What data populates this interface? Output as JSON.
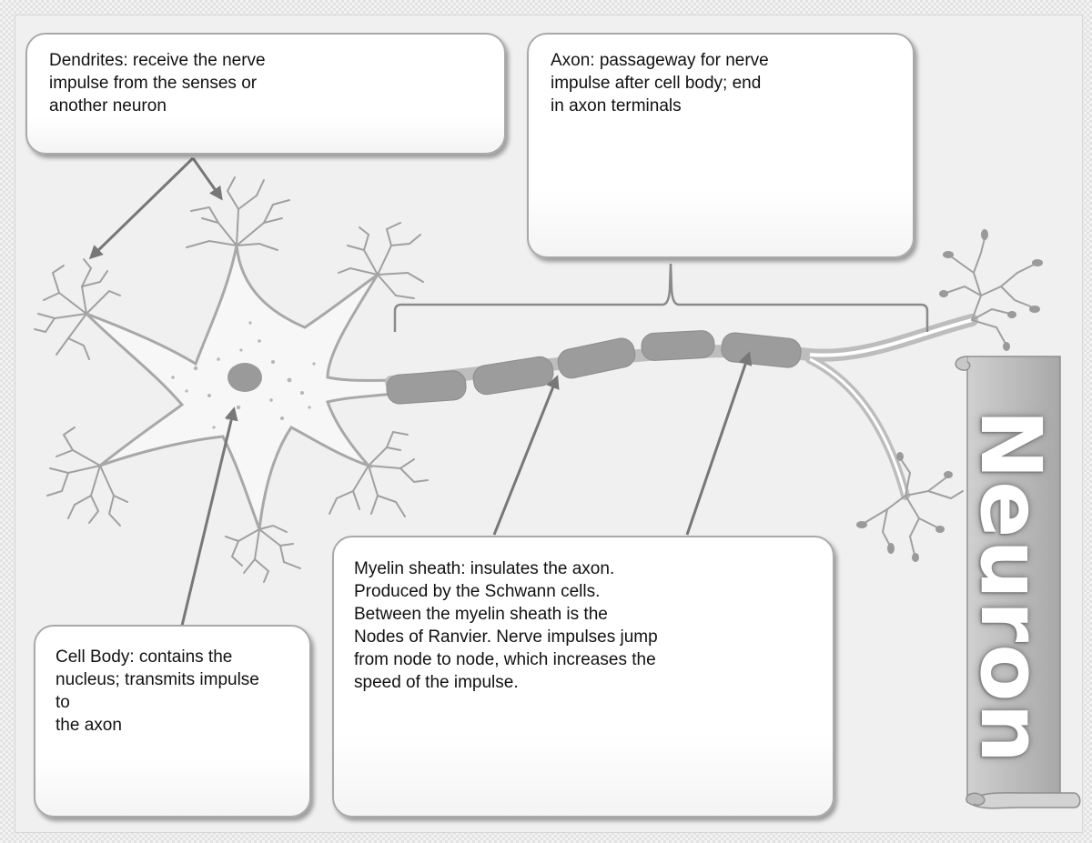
{
  "labels": {
    "dendrites": "Dendrites: receive the nerve\nimpulse from the senses or\nanother neuron",
    "axon": "Axon: passageway for nerve\nimpulse after cell body; end\nin axon terminals",
    "cell_body": "Cell Body: contains the\nnucleus; transmits impulse\nto\nthe axon",
    "myelin": "Myelin sheath: insulates the axon.\nProduced by the Schwann cells.\nBetween the myelin sheath is the\nNodes of Ranvier. Nerve impulses jump\nfrom node to node, which increases the\nspeed of the impulse."
  },
  "banner": {
    "title": "Neuron"
  },
  "colors": {
    "cell_fill": "#f7f7f7",
    "cell_outline": "#a8a8a8",
    "myelin_segment": "#9c9c9c",
    "nucleus": "#9a9a9a",
    "arrow": "#777777",
    "banner_fill": "#b9b9b9"
  }
}
